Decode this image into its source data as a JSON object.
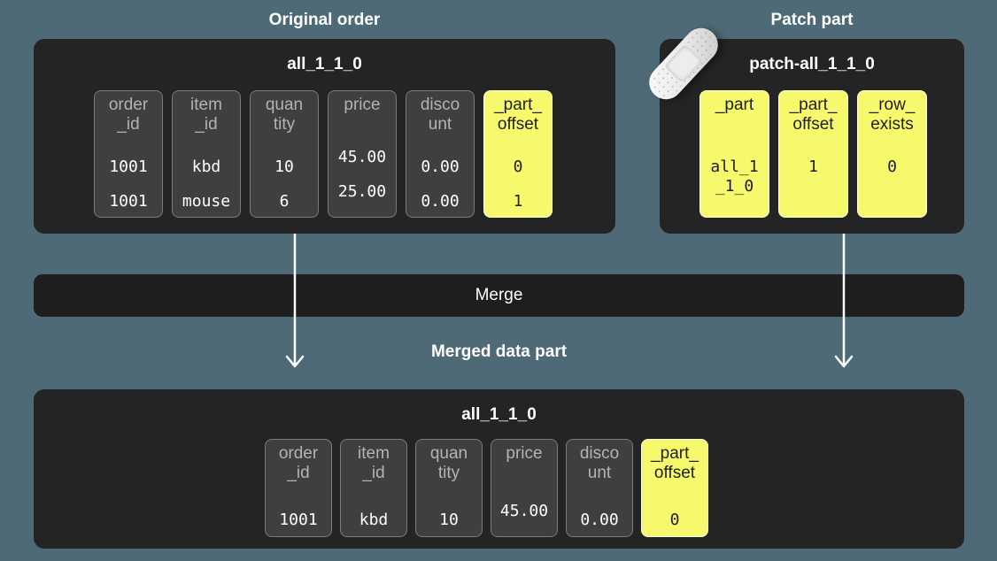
{
  "colors": {
    "background": "#4E6A76",
    "panel": "#242424",
    "merge_bar": "#1E1E1E",
    "cell_bg": "#3F3F3F",
    "cell_border": "#7B7B7B",
    "cell_header_text": "#B3B3B3",
    "value_text": "#FFFFFF",
    "highlight_bg": "#F6F96B",
    "highlight_text": "#1F1F1F",
    "title_text": "#FFFFFF",
    "arrow": "#FFFFFF"
  },
  "icons": {
    "patch_panel_icon": "bandaid-icon"
  },
  "titles": {
    "original": "Original order",
    "patch": "Patch part",
    "merge": "Merge",
    "merged": "Merged data part"
  },
  "original_part": {
    "name": "all_1_1_0",
    "columns": [
      {
        "name": "order_id",
        "header": "order\n_id",
        "values": [
          "1001",
          "1001"
        ]
      },
      {
        "name": "item_id",
        "header": "item\n_id",
        "values": [
          "kbd",
          "mouse"
        ]
      },
      {
        "name": "quantity",
        "header": "quan\ntity",
        "values": [
          "10",
          "6"
        ]
      },
      {
        "name": "price",
        "header": "price",
        "values": [
          "45.00",
          "25.00"
        ]
      },
      {
        "name": "discount",
        "header": "disco\nunt",
        "values": [
          "0.00",
          "0.00"
        ]
      },
      {
        "name": "_part_offset",
        "header": "_part_\noffset",
        "values": [
          "0",
          "1"
        ],
        "highlight": true
      }
    ]
  },
  "patch_part": {
    "name": "patch-all_1_1_0",
    "columns": [
      {
        "name": "_part",
        "header": "_part",
        "values": [
          "all_1\n_1_0"
        ],
        "highlight": true
      },
      {
        "name": "_part_offset",
        "header": "_part_\noffset",
        "values": [
          "1"
        ],
        "highlight": true
      },
      {
        "name": "_row_exists",
        "header": "_row_\nexists",
        "values": [
          "0"
        ],
        "highlight": true
      }
    ]
  },
  "merged_part": {
    "name": "all_1_1_0",
    "columns": [
      {
        "name": "order_id",
        "header": "order\n_id",
        "values": [
          "1001"
        ]
      },
      {
        "name": "item_id",
        "header": "item\n_id",
        "values": [
          "kbd"
        ]
      },
      {
        "name": "quantity",
        "header": "quan\ntity",
        "values": [
          "10"
        ]
      },
      {
        "name": "price",
        "header": "price",
        "values": [
          "45.00"
        ]
      },
      {
        "name": "discount",
        "header": "disco\nunt",
        "values": [
          "0.00"
        ]
      },
      {
        "name": "_part_offset",
        "header": "_part_\noffset",
        "values": [
          "0"
        ],
        "highlight": true
      }
    ]
  }
}
